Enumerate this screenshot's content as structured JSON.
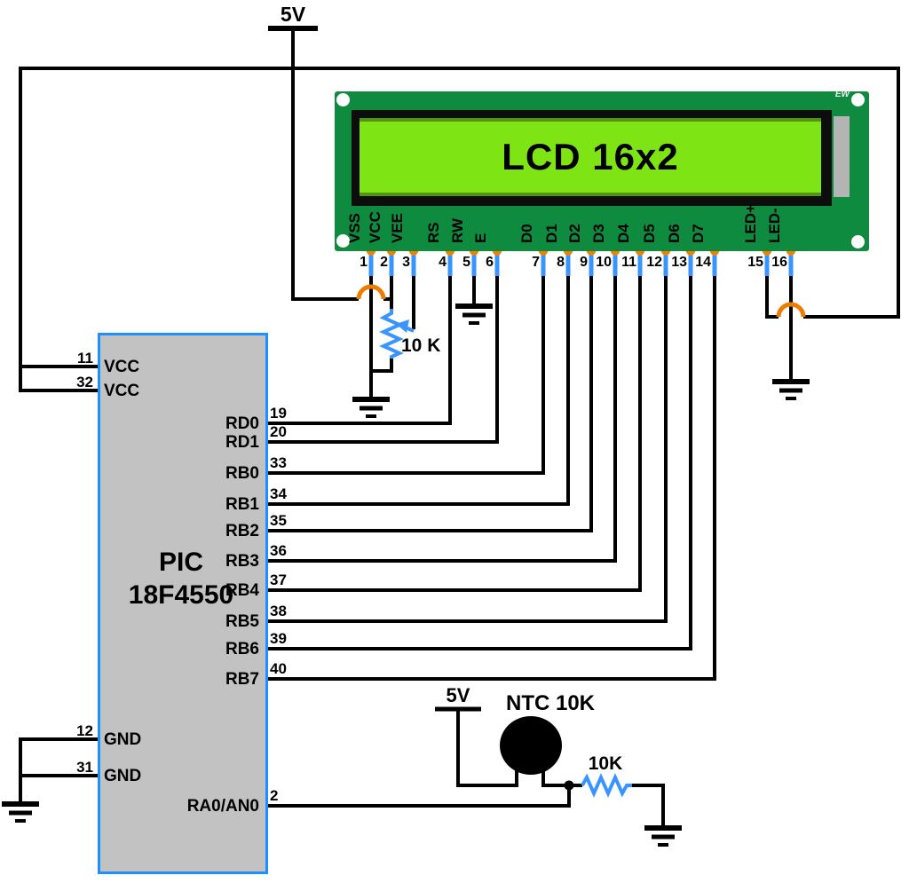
{
  "diagram": {
    "power": {
      "main_rail_label": "5V",
      "sensor_rail_label": "5V"
    },
    "lcd": {
      "title": "LCD 16x2",
      "brand": "EW",
      "pins": [
        {
          "num": "1",
          "label": "VSS"
        },
        {
          "num": "2",
          "label": "VCC"
        },
        {
          "num": "3",
          "label": "VEE"
        },
        {
          "num": "4",
          "label": "RS"
        },
        {
          "num": "5",
          "label": "RW"
        },
        {
          "num": "6",
          "label": "E"
        },
        {
          "num": "7",
          "label": "D0"
        },
        {
          "num": "8",
          "label": "D1"
        },
        {
          "num": "9",
          "label": "D2"
        },
        {
          "num": "10",
          "label": "D3"
        },
        {
          "num": "11",
          "label": "D4"
        },
        {
          "num": "12",
          "label": "D5"
        },
        {
          "num": "13",
          "label": "D6"
        },
        {
          "num": "14",
          "label": "D7"
        },
        {
          "num": "15",
          "label": "LED+"
        },
        {
          "num": "16",
          "label": "LED-"
        }
      ]
    },
    "mcu": {
      "name_line1": "PIC",
      "name_line2": "18F4550",
      "left_pins": [
        {
          "num": "11",
          "label": "VCC"
        },
        {
          "num": "32",
          "label": "VCC"
        },
        {
          "num": "12",
          "label": "GND"
        },
        {
          "num": "31",
          "label": "GND"
        }
      ],
      "right_pins": [
        {
          "num": "19",
          "label": "RD0"
        },
        {
          "num": "20",
          "label": "RD1"
        },
        {
          "num": "33",
          "label": "RB0"
        },
        {
          "num": "34",
          "label": "RB1"
        },
        {
          "num": "35",
          "label": "RB2"
        },
        {
          "num": "36",
          "label": "RB3"
        },
        {
          "num": "37",
          "label": "RB4"
        },
        {
          "num": "38",
          "label": "RB5"
        },
        {
          "num": "39",
          "label": "RB6"
        },
        {
          "num": "40",
          "label": "RB7"
        },
        {
          "num": "2",
          "label": "RA0/AN0"
        }
      ]
    },
    "components": {
      "potentiometer_label": "10 K",
      "thermistor_label": "NTC 10K",
      "resistor_label": "10K"
    },
    "colors": {
      "pcb_green": "#0f8b3f",
      "screen_green": "#7fe414",
      "wire_black": "#000000",
      "pin_blue": "#3895ff",
      "pad_orange": "#ee8103",
      "chip_gray": "#c2c2c2",
      "chip_border_blue": "#1e8fff"
    }
  }
}
